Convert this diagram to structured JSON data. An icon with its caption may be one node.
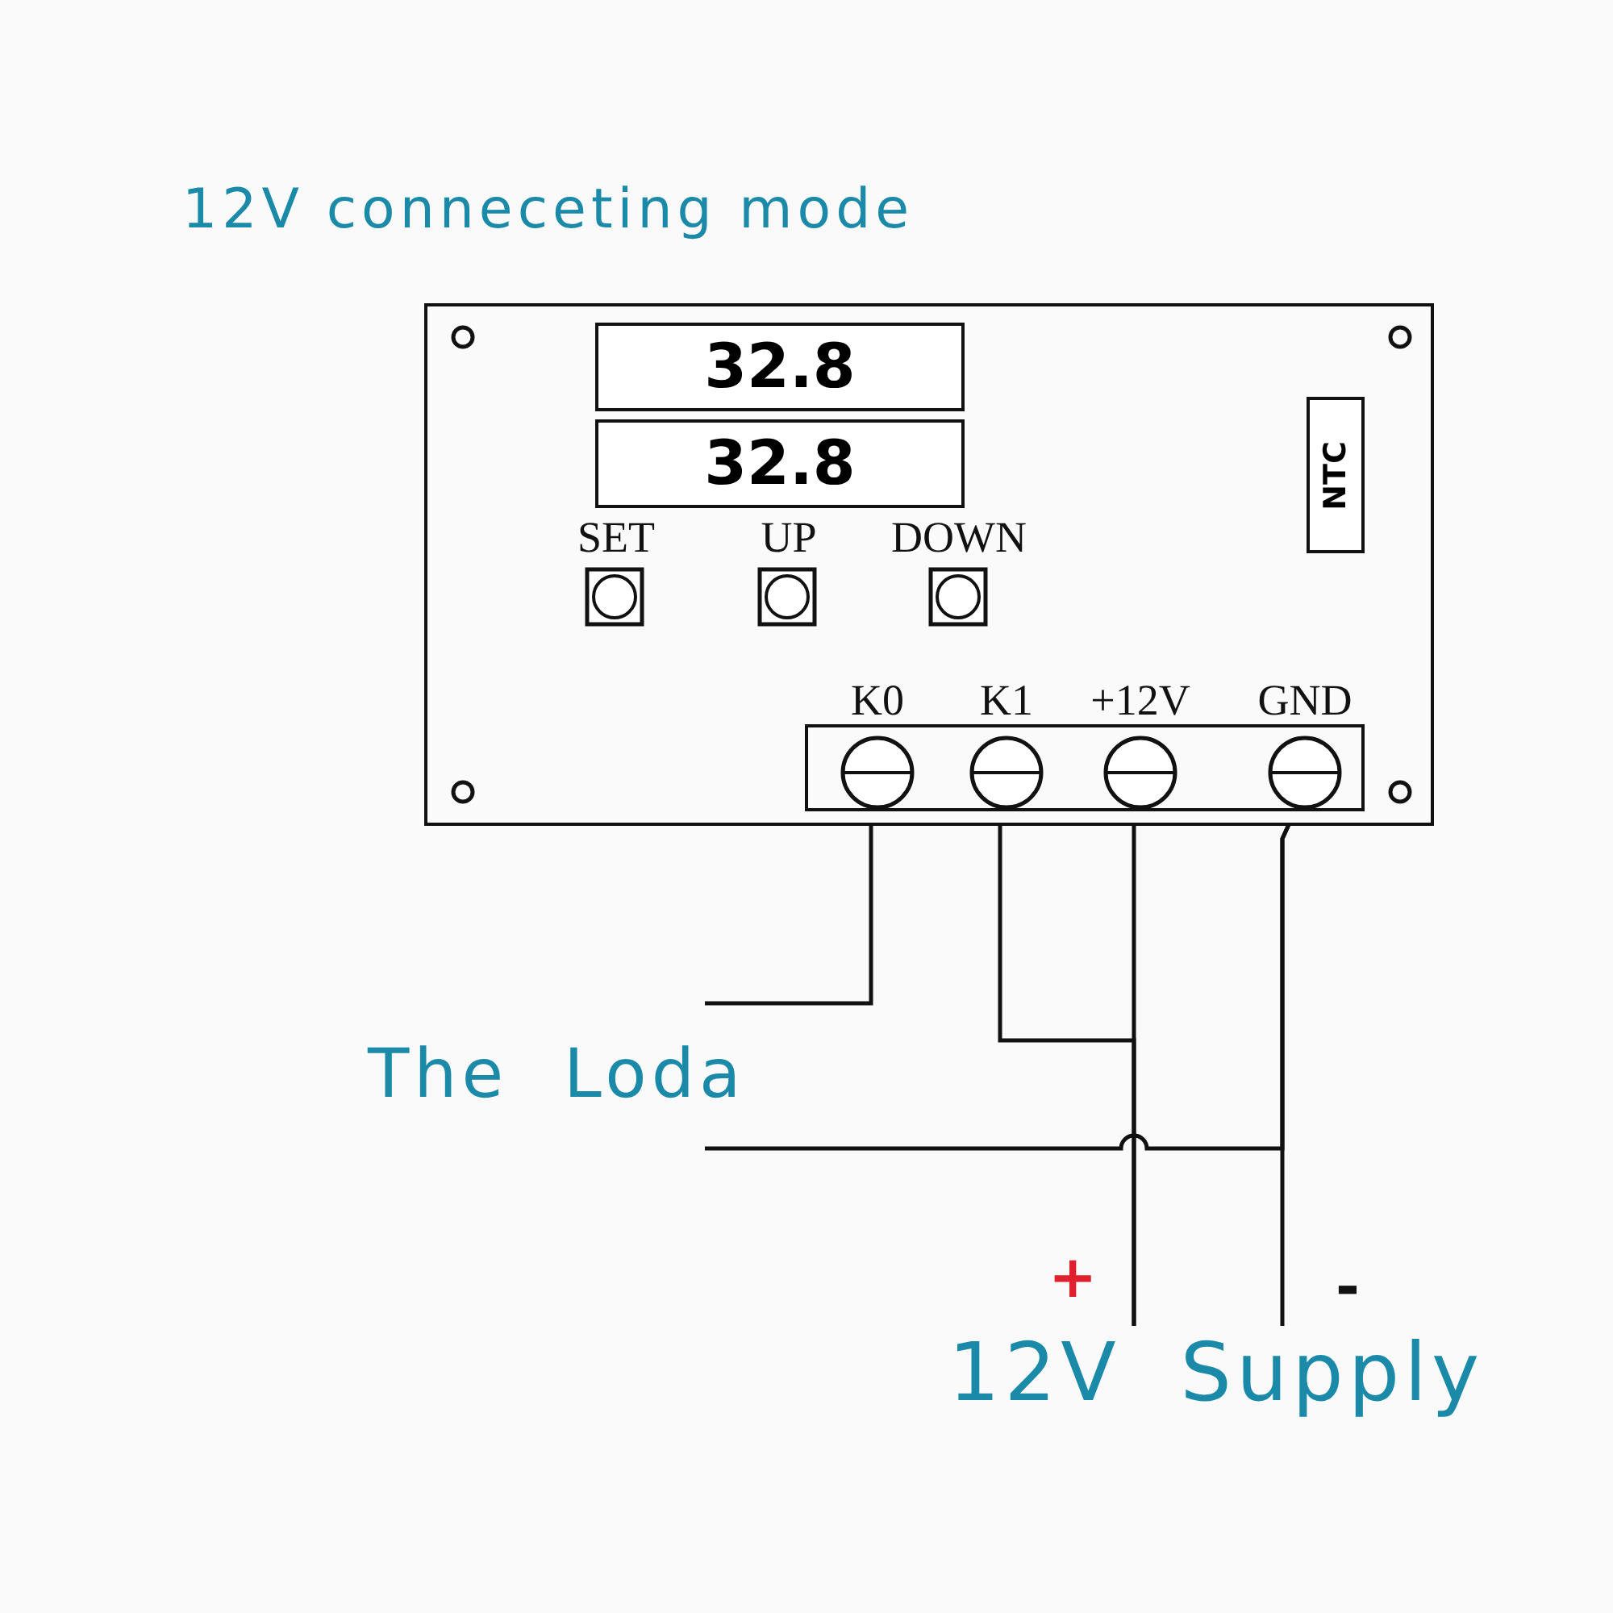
{
  "diagram": {
    "title": "12V conneceting mode",
    "nodes": [
      {
        "text": [],
        "shape": "box"
      },
      {
        "text": [
          "32.8"
        ],
        "in": 0
      },
      {
        "text": [
          "32.8"
        ],
        "in": 0
      },
      {
        "text": [
          "SET"
        ],
        "in": 0
      },
      {
        "text": [
          "UP"
        ],
        "in": 0
      },
      {
        "text": [
          "DOWN"
        ],
        "in": 0
      },
      {
        "text": [
          "NTC"
        ],
        "in": 0
      },
      {
        "text": [],
        "shape": "box",
        "in": 0
      },
      {
        "text": [
          "K0"
        ],
        "in": 7
      },
      {
        "text": [
          "K1"
        ],
        "in": 7
      },
      {
        "text": [
          "+12V"
        ],
        "in": 7
      },
      {
        "text": [
          "GND"
        ],
        "in": 7
      },
      {
        "text": [
          "The Loda"
        ]
      },
      {
        "text": [
          "12V Supply"
        ]
      }
    ],
    "edges": [
      {
        "from": 8,
        "to": 12,
        "arrow": "none"
      },
      {
        "from": 11,
        "to": 12,
        "arrow": "none"
      },
      {
        "from": 9,
        "to": 13,
        "arrow": "none"
      },
      {
        "from": 10,
        "to": 13,
        "arrow": "none"
      },
      {
        "from": 11,
        "to": 13,
        "arrow": "none"
      }
    ],
    "labels": [
      "+",
      "-"
    ]
  }
}
